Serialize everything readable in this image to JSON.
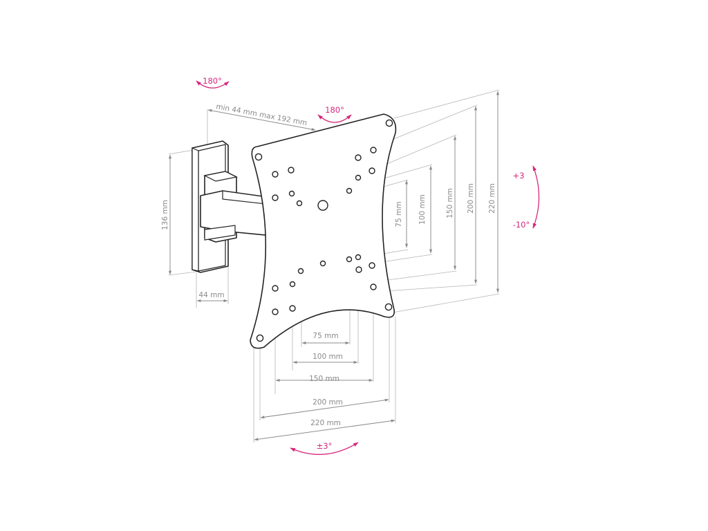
{
  "dimensions": {
    "arm_extension": "min 44 mm max 192 mm",
    "wall_plate_height": "136 mm",
    "wall_plate_width": "44 mm",
    "horizontal": [
      "75 mm",
      "100 mm",
      "150 mm",
      "200 mm",
      "220 mm"
    ],
    "vertical": [
      "75 mm",
      "100 mm",
      "150 mm",
      "200 mm",
      "220 mm"
    ]
  },
  "angles": {
    "wall_swivel": "180°",
    "plate_swivel": "180°",
    "tilt_up": "+3",
    "tilt_down": "-10°",
    "rotation": "±3°"
  },
  "colors": {
    "accent": "#d5287c",
    "line": "#8c8c8c",
    "outline": "#222222"
  }
}
